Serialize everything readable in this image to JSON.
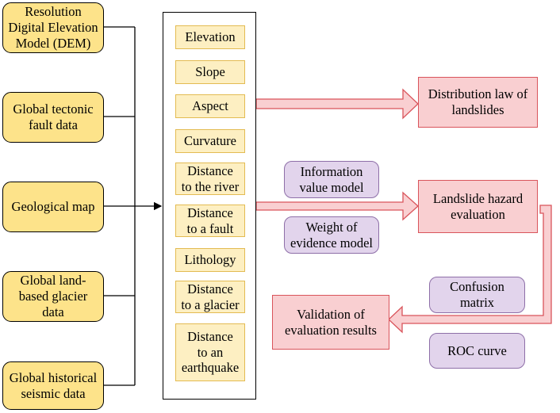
{
  "sources": [
    {
      "id": "dem",
      "lines": [
        "Resolution",
        "Digital Elevation",
        "Model (DEM)"
      ]
    },
    {
      "id": "fault",
      "lines": [
        "Global tectonic",
        "fault data"
      ]
    },
    {
      "id": "geo",
      "lines": [
        "Geological map"
      ]
    },
    {
      "id": "glacier",
      "lines": [
        "Global land-",
        "based glacier",
        "data"
      ]
    },
    {
      "id": "seismic",
      "lines": [
        "Global historical",
        "seismic data"
      ]
    }
  ],
  "factors": [
    {
      "id": "elevation",
      "lines": [
        "Elevation"
      ]
    },
    {
      "id": "slope",
      "lines": [
        "Slope"
      ]
    },
    {
      "id": "aspect",
      "lines": [
        "Aspect"
      ]
    },
    {
      "id": "curvature",
      "lines": [
        "Curvature"
      ]
    },
    {
      "id": "dist-river",
      "lines": [
        "Distance",
        "to the river"
      ]
    },
    {
      "id": "dist-fault",
      "lines": [
        "Distance",
        "to a fault"
      ]
    },
    {
      "id": "lithology",
      "lines": [
        "Lithology"
      ]
    },
    {
      "id": "dist-glacier",
      "lines": [
        "Distance",
        "to a glacier"
      ]
    },
    {
      "id": "dist-quake",
      "lines": [
        "Distance",
        "to an",
        "earthquake"
      ]
    }
  ],
  "models": [
    {
      "id": "info-value",
      "lines": [
        "Information",
        "value model"
      ]
    },
    {
      "id": "woe",
      "lines": [
        "Weight of",
        "evidence model"
      ]
    },
    {
      "id": "confusion",
      "lines": [
        "Confusion",
        "matrix"
      ]
    },
    {
      "id": "roc",
      "lines": [
        "ROC curve"
      ]
    }
  ],
  "results": [
    {
      "id": "distribution",
      "lines": [
        "Distribution law of",
        "landslides"
      ]
    },
    {
      "id": "hazard",
      "lines": [
        "Landslide hazard",
        "evaluation"
      ]
    },
    {
      "id": "validation",
      "lines": [
        "Validation of",
        "evaluation results"
      ]
    }
  ],
  "colors": {
    "source_fill": "#fde38a",
    "factor_fill": "#fdefc2",
    "factor_border": "#e3bb52",
    "result_fill": "#f9cfd1",
    "result_border": "#d9545b",
    "model_fill": "#e2d4ec",
    "model_border": "#8e6fa8"
  }
}
